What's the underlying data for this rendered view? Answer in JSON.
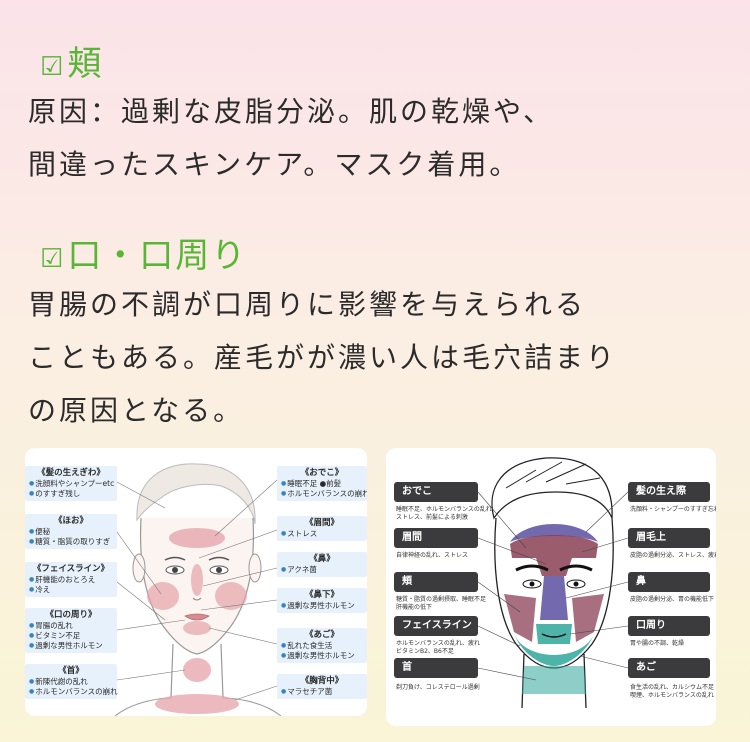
{
  "sections": [
    {
      "checkbox": "☑",
      "heading": "頬",
      "lines": [
        "原因：過剰な皮脂分泌。肌の乾燥や、",
        "間違ったスキンケア。マスク着用。"
      ]
    },
    {
      "checkbox": "☑",
      "heading": "口・口周り",
      "lines": [
        "胃腸の不調が口周りに影響を与えられる",
        "こともある。産毛がが濃い人は毛穴詰まり",
        "の原因となる。"
      ]
    }
  ],
  "female_map": {
    "left": [
      {
        "title": "《髪の生えぎわ》",
        "items": [
          "洗顔料やシャンプーetc",
          "のすすぎ残し"
        ]
      },
      {
        "title": "《ほお》",
        "items": [
          "便秘",
          "糖質・脂質の取りすぎ"
        ]
      },
      {
        "title": "《フェイスライン》",
        "items": [
          "肝機能のおとろえ",
          "冷え"
        ]
      },
      {
        "title": "《口の周り》",
        "items": [
          "胃腸の乱れ",
          "ビタミン不足",
          "過剰な男性ホルモン"
        ]
      },
      {
        "title": "《首》",
        "items": [
          "新陳代謝の乱れ",
          "ホルモンバランスの崩れ"
        ]
      }
    ],
    "right": [
      {
        "title": "《おでこ》",
        "items": [
          "睡眠不足 ●前髪",
          "ホルモンバランスの崩れ"
        ]
      },
      {
        "title": "《眉間》",
        "items": [
          "ストレス"
        ]
      },
      {
        "title": "《鼻》",
        "items": [
          "アクネ菌"
        ]
      },
      {
        "title": "《鼻下》",
        "items": [
          "過剰な男性ホルモン"
        ]
      },
      {
        "title": "《あご》",
        "items": [
          "乱れた食生活",
          "過剰な男性ホルモン"
        ]
      },
      {
        "title": "《胸背中》",
        "items": [
          "マラセチア菌"
        ]
      }
    ]
  },
  "male_map": {
    "left": [
      {
        "label": "おでこ",
        "desc": [
          "睡眠不足、ホルモンバランスの乱れ",
          "ストレス、前髪による刺激"
        ]
      },
      {
        "label": "眉間",
        "desc": [
          "自律神経の乱れ、ストレス"
        ]
      },
      {
        "label": "頬",
        "desc": [
          "糖質・脂質の過剰摂取、睡眠不足",
          "肝機能の低下"
        ]
      },
      {
        "label": "フェイスライン",
        "desc": [
          "ホルモンバランスの乱れ、疲れ",
          "ビタミンB2、B6不足"
        ]
      },
      {
        "label": "首",
        "desc": [
          "剃刀負け、コレステロール過剰"
        ]
      }
    ],
    "right": [
      {
        "label": "髪の生え際",
        "desc": [
          "洗顔料・シャンプーのすすぎ忘れ"
        ]
      },
      {
        "label": "眉毛上",
        "desc": [
          "皮脂の過剰分泌、ストレス、疲れ"
        ]
      },
      {
        "label": "鼻",
        "desc": [
          "皮脂の過剰分泌、胃の機能低下"
        ]
      },
      {
        "label": "口周り",
        "desc": [
          "胃や腸の不調、乾燥"
        ]
      },
      {
        "label": "あご",
        "desc": [
          "食生活の乱れ、カルシウム不足",
          "喫煙、ホルモンバランスの乱れ"
        ]
      }
    ]
  },
  "colors": {
    "heading_green": "#58b535",
    "female_zone": "#e4a2a8",
    "male_forehead": "#5a4fa0",
    "male_nose": "#7a3a52",
    "male_jaw": "#2fa79a",
    "male_label_bg": "#3b3b3d"
  }
}
